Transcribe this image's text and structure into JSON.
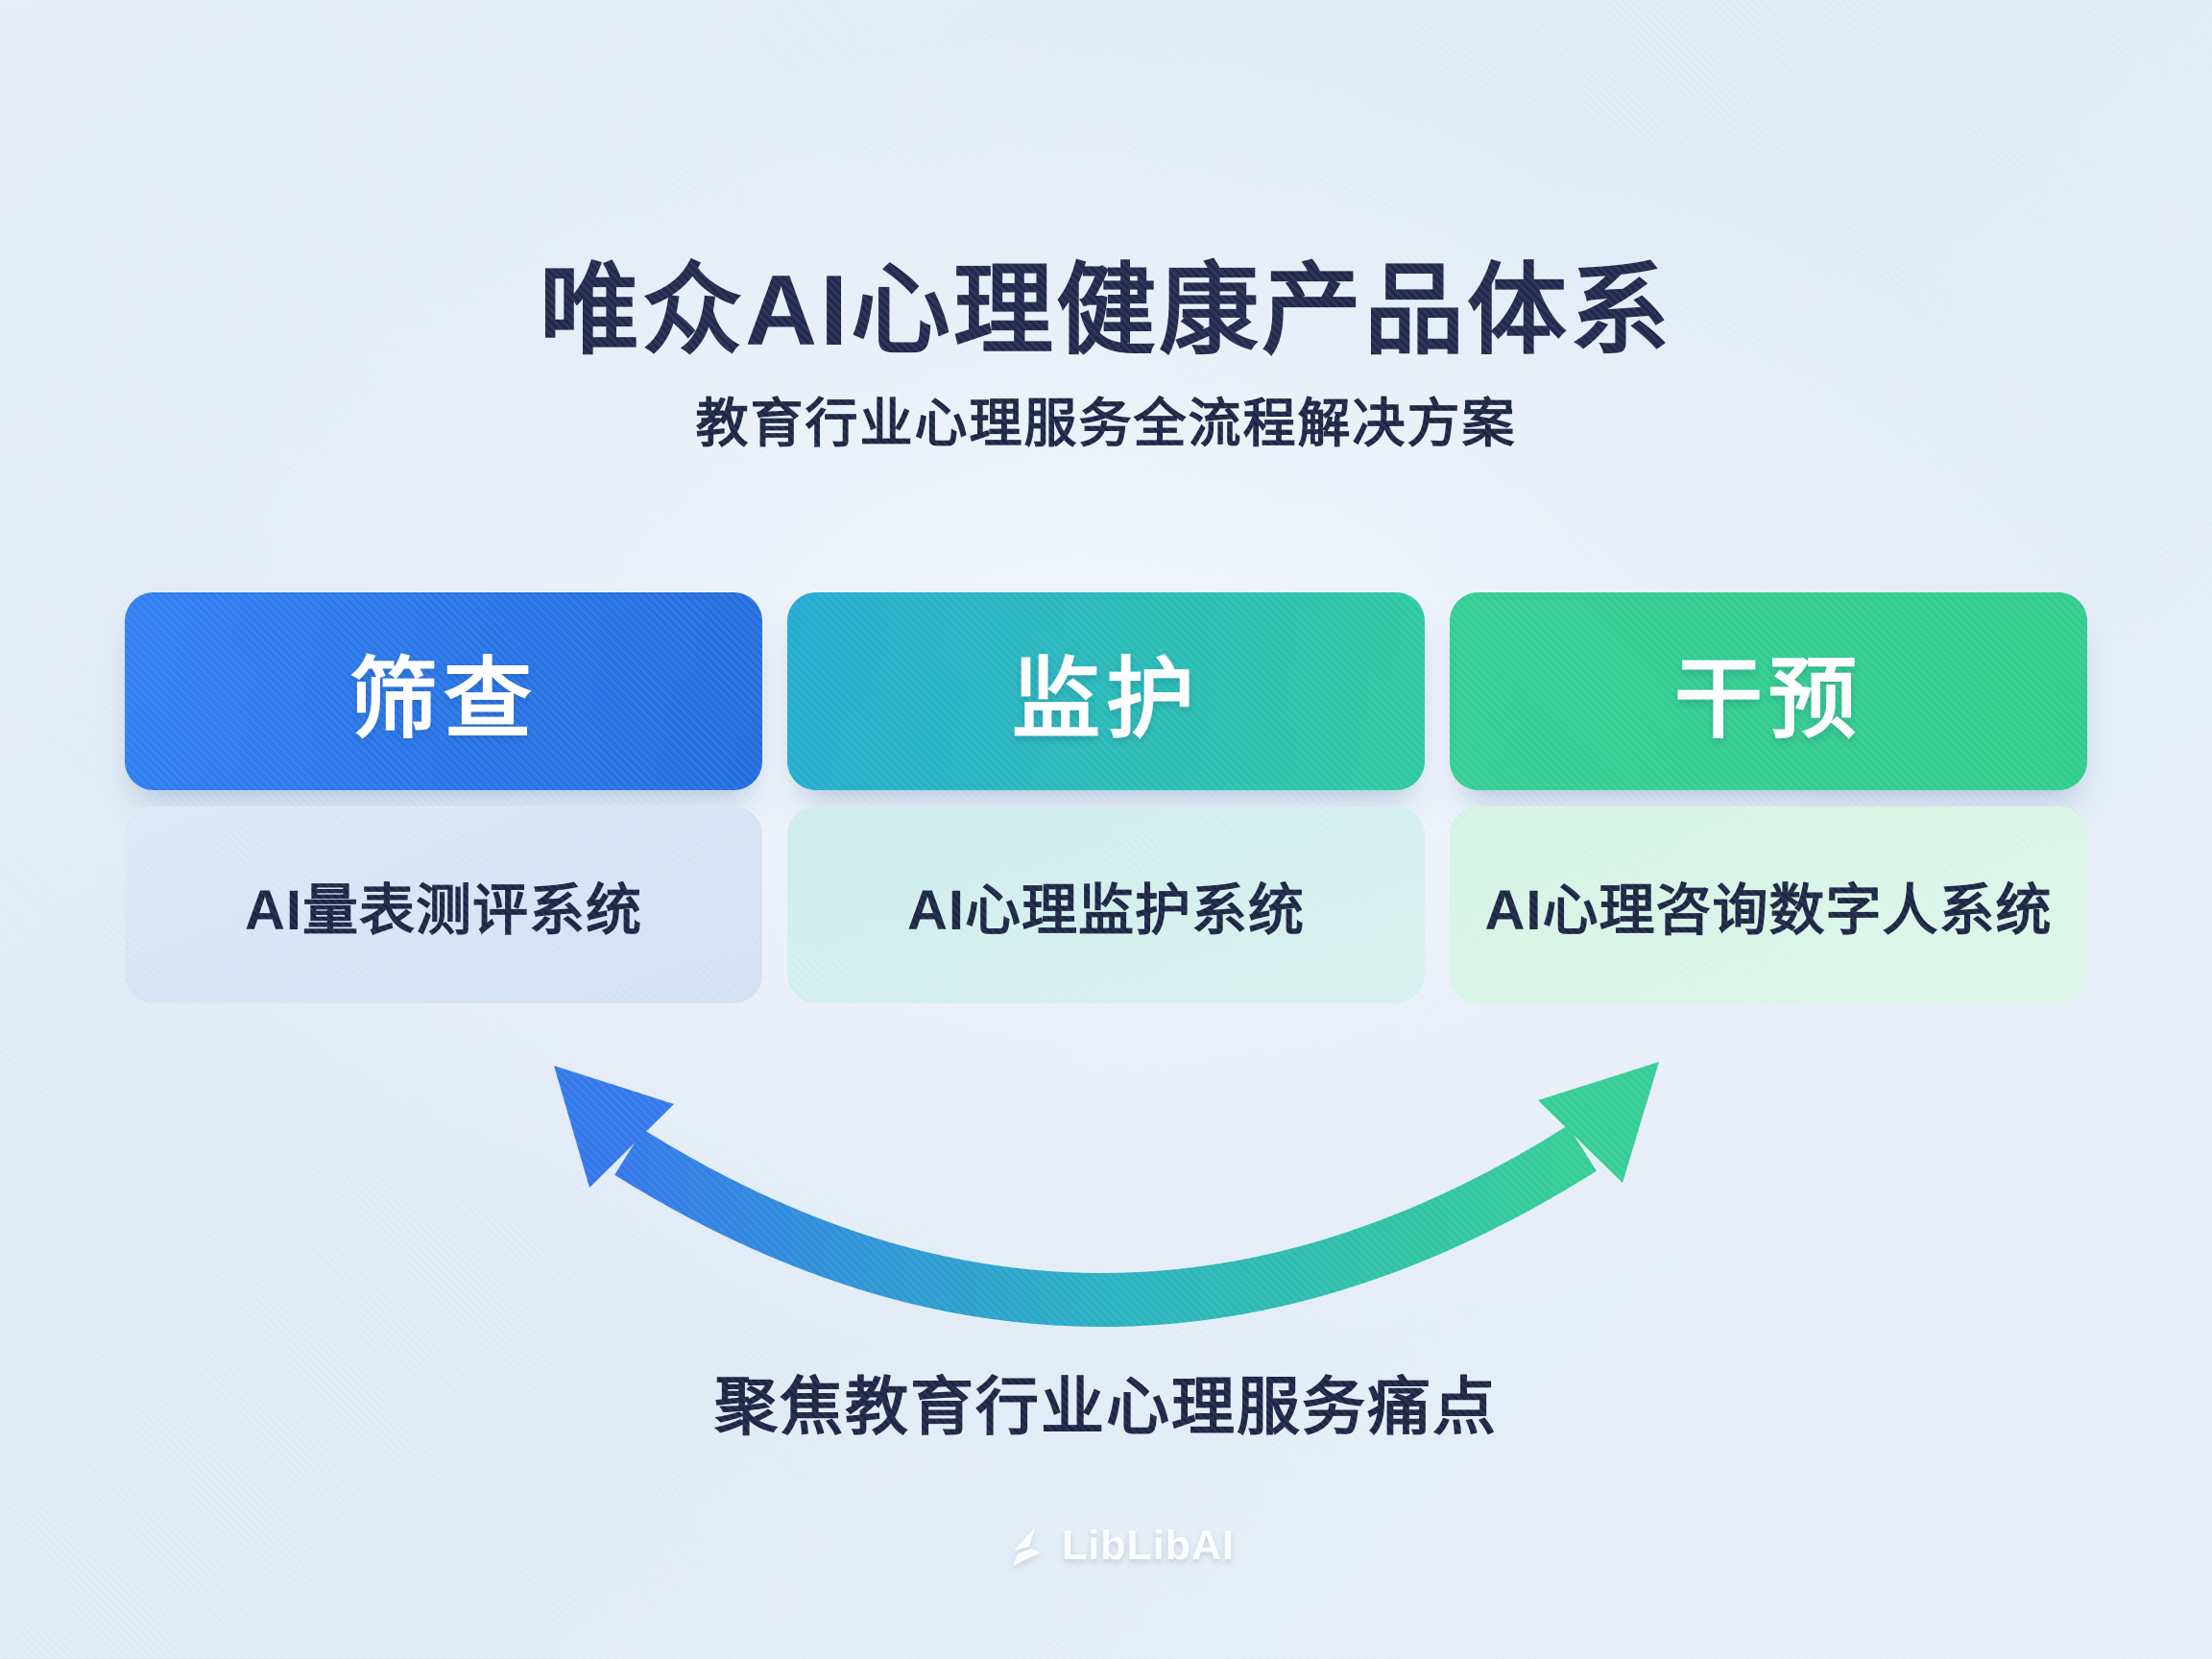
{
  "page": {
    "title": "唯众AI心理健康产品体系",
    "subtitle": "教育行业心理服务全流程解决方案",
    "footer_caption": "聚焦教育行业心理服务痛点",
    "watermark": "LibLibAI"
  },
  "columns": [
    {
      "stage": "筛查",
      "system": "AI量表测评系统"
    },
    {
      "stage": "监护",
      "system": "AI心理监护系统"
    },
    {
      "stage": "干预",
      "system": "AI心理咨询数字人系统"
    }
  ],
  "flow_arrow": {
    "type": "bidirectional-curved",
    "from_stage": "筛查",
    "to_stage": "干预"
  },
  "colors": {
    "title-ink": "#1b2347",
    "body-ink": "#15203f",
    "bg-outer": "#dfe9f5",
    "bg-inner": "#f3f7fc",
    "blue-a": "#2b7cf2",
    "blue-b": "#1c69db",
    "teal-a": "#1fa8d0",
    "teal-b": "#27c89d",
    "green-a": "#2fcb92",
    "green-b": "#2bcb89",
    "lb1-a": "#dce8f8",
    "lb1-b": "#d2e0f4",
    "lb2-a": "#cdedeb",
    "lb2-b": "#d8f1ee",
    "lb3-a": "#d3f3e3",
    "lb3-b": "#ddf6ea",
    "arrow-blue": "#2d74e9",
    "arrow-mid": "#23afc0",
    "arrow-green": "#2fcc91"
  }
}
